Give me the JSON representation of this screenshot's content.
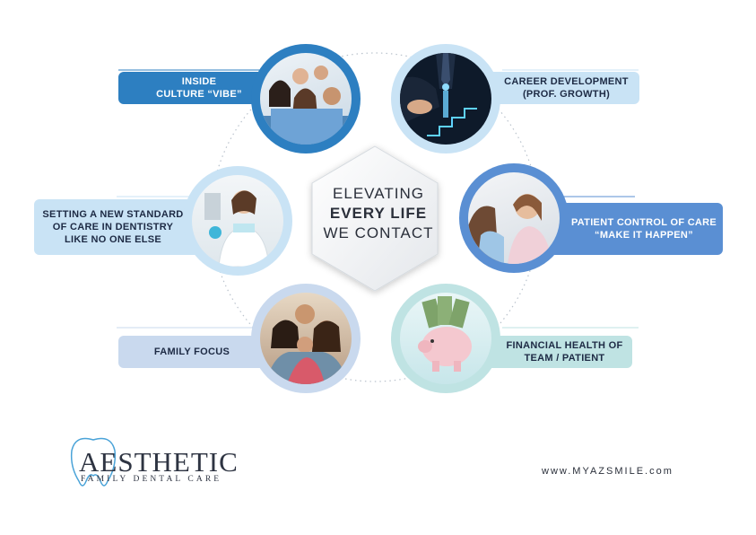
{
  "center": {
    "line1": "ELEVATING",
    "line2": "EVERY LIFE",
    "line3": "WE CONTACT"
  },
  "items": [
    {
      "line1": "INSIDE",
      "line2": "CULTURE “VIBE”",
      "accent": "#2d7fc1",
      "photo": "team-group-photo"
    },
    {
      "line1": "CAREER DEVELOPMENT",
      "line2": "(PROF. GROWTH)",
      "accent": "#c9e3f5",
      "photo": "career-stairs-photo"
    },
    {
      "line1": "SETTING A NEW STANDARD",
      "line2": "OF CARE IN DENTISTRY",
      "line3": "LIKE NO ONE ELSE",
      "accent": "#c9e3f5",
      "photo": "dentist-photo"
    },
    {
      "line1": "PATIENT CONTROL OF CARE",
      "line2": "“MAKE IT HAPPEN”",
      "accent": "#5a8fd3",
      "photo": "patient-photo"
    },
    {
      "line1": "FAMILY FOCUS",
      "accent": "#c9d9ee",
      "photo": "family-photo"
    },
    {
      "line1": "FINANCIAL HEALTH OF",
      "line2": "TEAM / PATIENT",
      "accent": "#bfe3e3",
      "photo": "piggy-bank-photo"
    }
  ],
  "logo": {
    "name": "AESTHETIC",
    "tagline": "FAMILY DENTAL CARE"
  },
  "website": "www.MYAZSMILE.com"
}
